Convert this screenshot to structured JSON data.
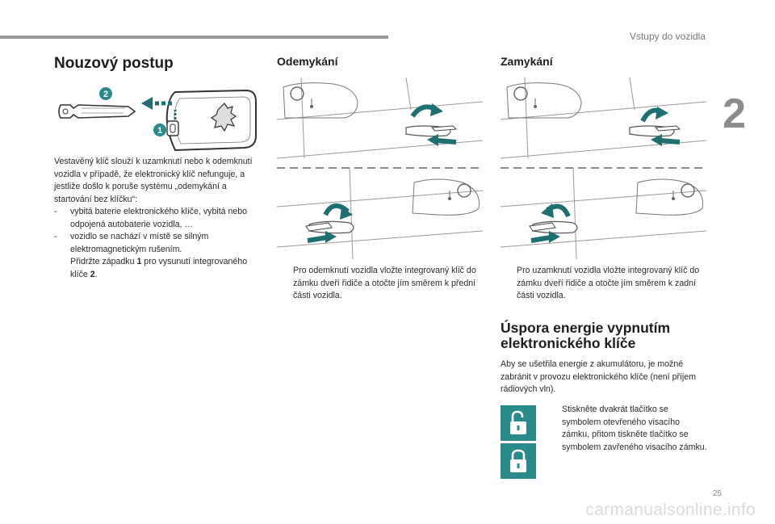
{
  "header": {
    "section_title": "Vstupy do vozidla",
    "chapter_number": "2",
    "page_number": "25"
  },
  "watermark": "carmanualsonline.info",
  "col1": {
    "title": "Nouzový postup",
    "callout_1": "1",
    "callout_2": "2",
    "intro": "Vestavěný klíč slouží k uzamknutí nebo k odemknutí vozidla v případě, že elektronický klíč nefunguje, a jestliže došlo k poruše systému „odemykání a startování bez klíčku“:",
    "list": [
      {
        "marker": "-",
        "text": "vybitá baterie elektronického klíče, vybitá nebo odpojená autobaterie vozidla, …"
      },
      {
        "marker": "-",
        "text": "vozidlo se nachází v místě se silným elektromagnetickým rušením."
      }
    ],
    "instruction": {
      "marker": "",
      "before": "Přidržte západku ",
      "num1": "1",
      "middle": " pro vysunutí integrovaného klíče ",
      "num2": "2",
      "after": "."
    }
  },
  "col2": {
    "title": "Odemykání",
    "instruction_marker": "",
    "instruction": "Pro odemknutí vozidla vložte integrovaný klíč do zámku dveří řidiče a otočte jím směrem k přední části vozidla."
  },
  "col3": {
    "title": "Zamykání",
    "instruction_marker": "",
    "instruction": "Pro uzamknutí vozidla vložte integrovaný klíč do zámku dveří řidiče a otočte jím směrem k zadní části vozidla.",
    "energy_title_line1": "Úspora energie vypnutím",
    "energy_title_line2": "elektronického klíče",
    "energy_text": "Aby se ušetřila energie z akumulátoru, je možné zabránit v provozu elektronického klíče (není příjem rádiových vln).",
    "energy_marker": "",
    "energy_instruction": "Stiskněte dvakrát tlačítko se symbolem otevřeného visacího zámku, přitom tiskněte tlačítko se symbolem zavřeného visacího zámku."
  },
  "colors": {
    "teal": "#2b8a8c",
    "arrow": "#1f6e70",
    "gray_bar": "#9a9a9a"
  },
  "icons": {
    "unlock": "open-padlock-icon",
    "lock": "closed-padlock-icon"
  }
}
